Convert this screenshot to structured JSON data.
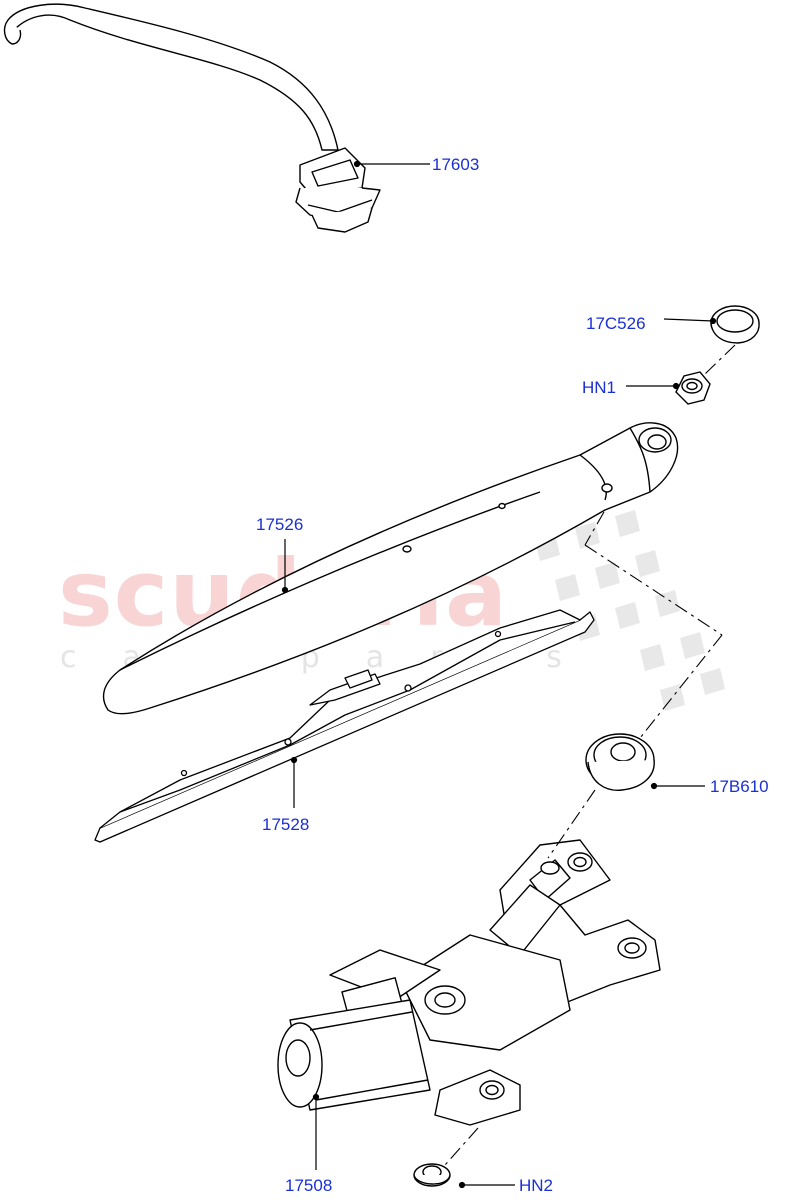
{
  "watermark": {
    "brand": "scuderia",
    "tagline": "car parts",
    "brand_color": "#f4b6b6"
  },
  "callouts": [
    {
      "id": "hose",
      "part_number": "17603"
    },
    {
      "id": "cap",
      "part_number": "17C526"
    },
    {
      "id": "nut-upper",
      "part_number": "HN1"
    },
    {
      "id": "arm",
      "part_number": "17526"
    },
    {
      "id": "blade",
      "part_number": "17528"
    },
    {
      "id": "grommet",
      "part_number": "17B610"
    },
    {
      "id": "motor",
      "part_number": "17508"
    },
    {
      "id": "nut-lower",
      "part_number": "HN2"
    }
  ],
  "colors": {
    "label_text": "#1a2fd6",
    "line_art": "#000000",
    "background": "#ffffff"
  }
}
